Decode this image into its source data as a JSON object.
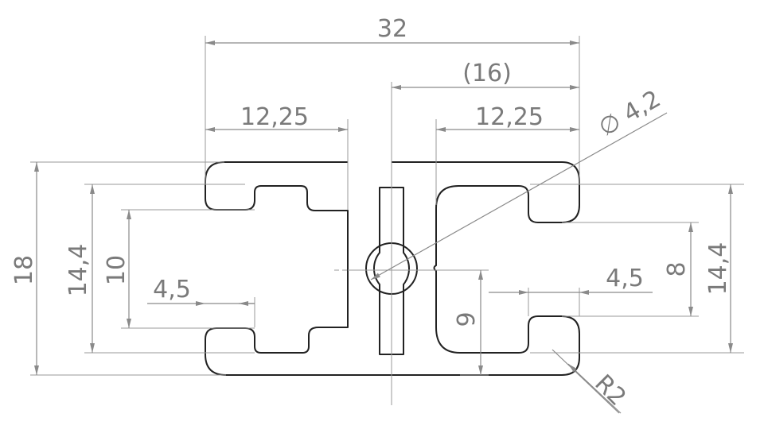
{
  "dimensions": {
    "overall_width": "32",
    "center_offset": "(16)",
    "left_slot_width": "12,25",
    "right_slot_width": "12,25",
    "hole_diameter": "∅ 4,2",
    "overall_height": "18",
    "left_outer_height": "14,4",
    "left_inner_height": "10",
    "left_lip_depth": "4,5",
    "right_lip_depth": "4,5",
    "right_slot_gap": "8",
    "right_outer_height": "14,4",
    "right_half_height": "9",
    "corner_radius": "R2"
  },
  "colors": {
    "outline": "#222222",
    "dimension": "#8a8a8a",
    "background": "#ffffff"
  }
}
